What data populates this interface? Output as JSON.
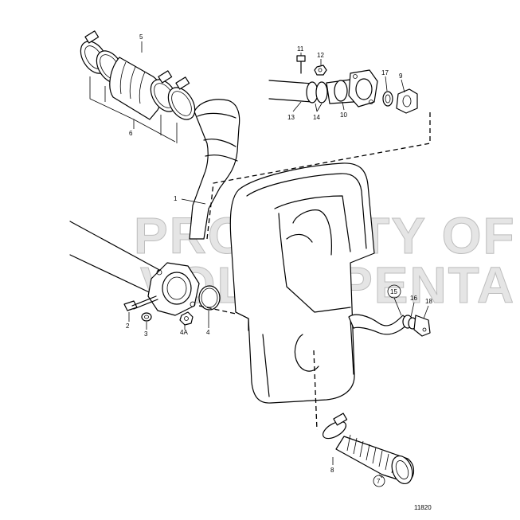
{
  "watermark": {
    "line1": "PROPERTY OF",
    "line2": "VOLVO PENTA"
  },
  "drawing_number": "11820",
  "callouts": {
    "p1": "1",
    "p2": "2",
    "p3": "3",
    "p4": "4",
    "p4a": "4A",
    "p5": "5",
    "p6": "6",
    "p7": "7",
    "p8": "8",
    "p9": "9",
    "p10": "10",
    "p11": "11",
    "p12": "12",
    "p13": "13",
    "p14": "14",
    "p15": "15",
    "p16": "16",
    "p17": "17",
    "p18": "18"
  }
}
